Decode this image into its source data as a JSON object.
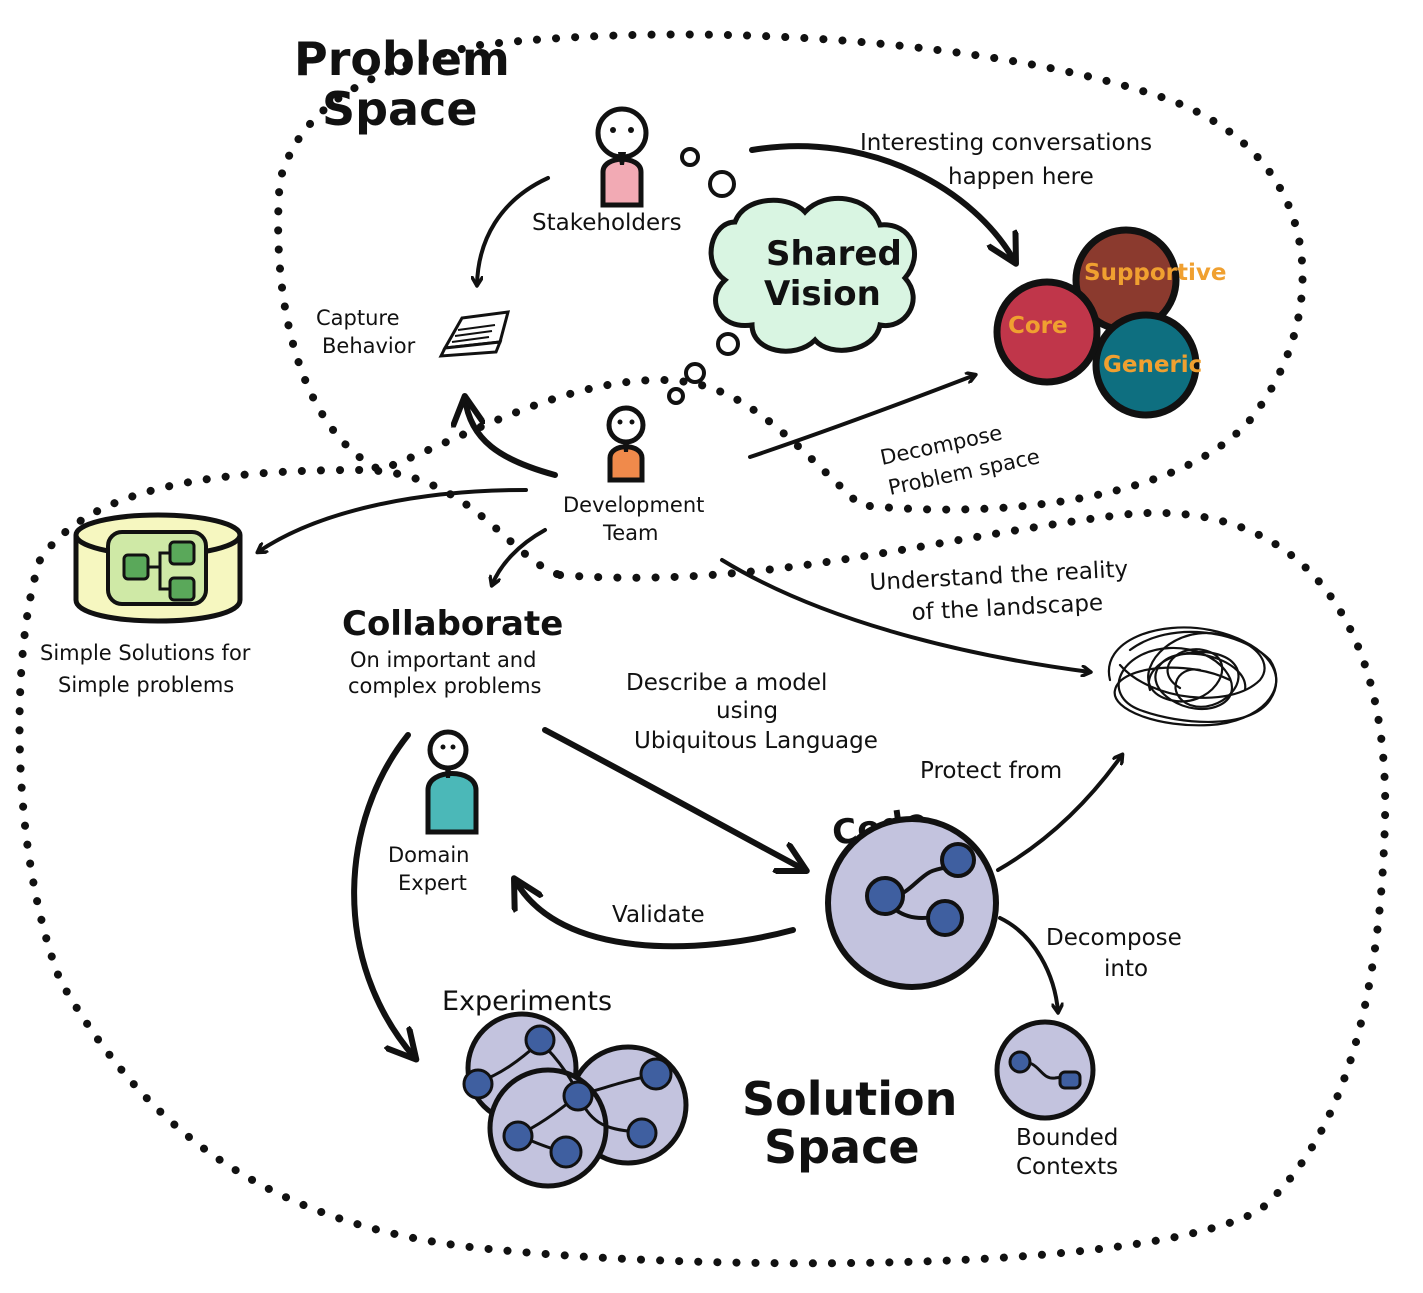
{
  "problem_space": {
    "title_line1": "Problem",
    "title_line2": "Space"
  },
  "solution_space": {
    "title_line1": "Solution",
    "title_line2": "Space"
  },
  "stakeholders": {
    "label": "Stakeholders"
  },
  "development_team": {
    "line1": "Development",
    "line2": "Team"
  },
  "capture_behavior": {
    "line1": "Capture",
    "line2": "Behavior"
  },
  "shared_vision": {
    "line1": "Shared",
    "line2": "Vision"
  },
  "conversations": {
    "line1": "Interesting conversations",
    "line2": "happen here"
  },
  "subdomains": {
    "supportive": "Supportive",
    "core": "Core",
    "generic": "Generic"
  },
  "decompose_problem": {
    "line1": "Decompose",
    "line2": "Problem space"
  },
  "simple_solutions": {
    "line1": "Simple Solutions for",
    "line2": "Simple problems"
  },
  "collaborate": {
    "title": "Collaborate",
    "line1": "On important and",
    "line2": "complex problems"
  },
  "understand_reality": {
    "line1": "Understand the reality",
    "line2": "of the landscape"
  },
  "describe_model": {
    "line1": "Describe a model",
    "line2": "using",
    "line3": "Ubiquitous Language"
  },
  "protect_from": {
    "label": "Protect from"
  },
  "domain_expert": {
    "line1": "Domain",
    "line2": "Expert"
  },
  "code": {
    "label": "Code"
  },
  "validate": {
    "label": "Validate"
  },
  "decompose_into": {
    "line1": "Decompose",
    "line2": "into"
  },
  "experiments": {
    "label": "Experiments"
  },
  "bounded_contexts": {
    "line1": "Bounded",
    "line2": "Contexts"
  },
  "colors": {
    "stakeholder_body": "#f2aab4",
    "dev_body": "#f08a4b",
    "expert_body": "#4bb8b8",
    "cloud": "#d9f5e2",
    "supportive_fill": "#8b3a2e",
    "core_fill": "#c0364a",
    "generic_fill": "#0e6f80",
    "subdomain_text": "#f0a030",
    "module_fill": "#f6f7c0",
    "module_inner": "#cfe9a6",
    "module_box": "#5aa85a",
    "code_fill": "#c3c3de",
    "node_fill": "#3f5fa0"
  }
}
